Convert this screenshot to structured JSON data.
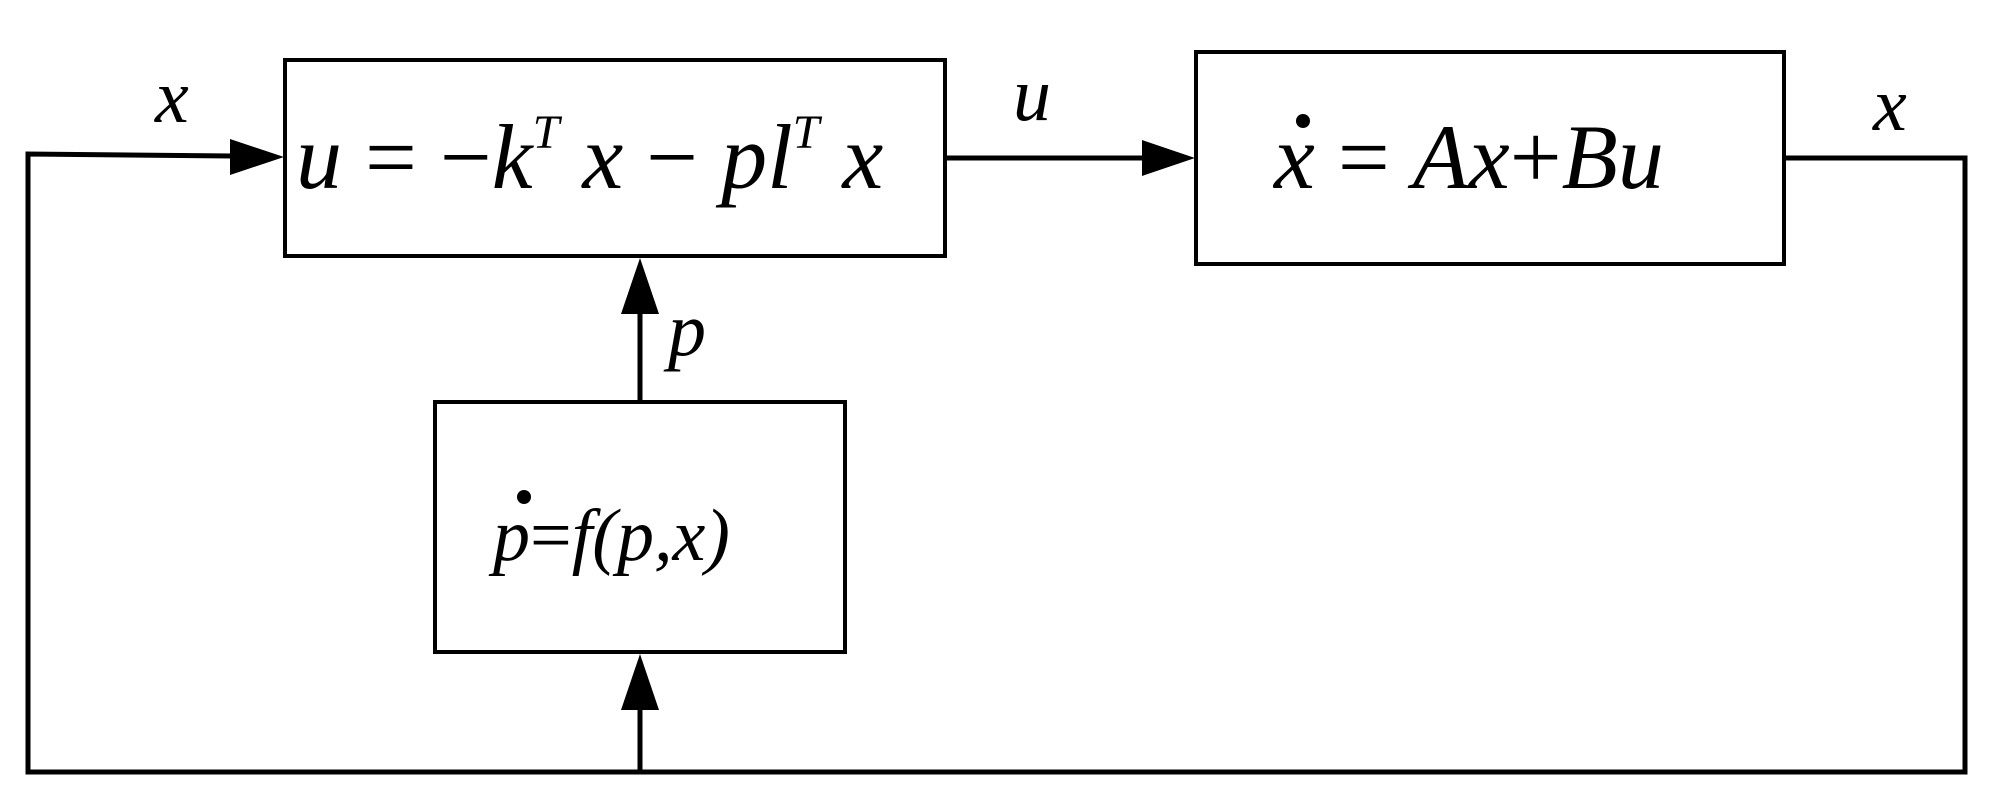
{
  "blocks": {
    "controller": {
      "lhs": "u",
      "rel": " = ",
      "minus1": "−",
      "k": "k",
      "k_sup": "T",
      "x1": " x",
      "minus2": " − ",
      "pl": "pl",
      "l_sup": "T",
      "x2": " x"
    },
    "plant": {
      "x": "x",
      "rel": " = ",
      "ax": "Ax",
      "plus": "+",
      "bu": "Bu"
    },
    "adaptation": {
      "p": "p",
      "eq": "=",
      "f": "f",
      "args": "(p,x)"
    }
  },
  "signals": {
    "feedback_in": "x",
    "control": "u",
    "output": "x",
    "parameter": "p"
  }
}
